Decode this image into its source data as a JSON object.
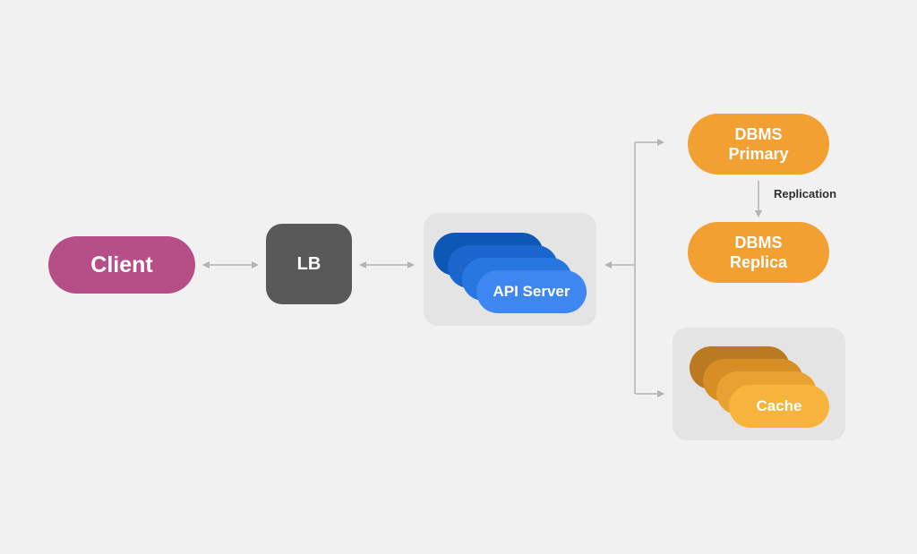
{
  "nodes": {
    "client": "Client",
    "lb": "LB",
    "api_server": "API Server",
    "dbms_primary": [
      "DBMS",
      "Primary"
    ],
    "dbms_replica": [
      "DBMS",
      "Replica"
    ],
    "cache": "Cache"
  },
  "edge_labels": {
    "replication": "Replication"
  },
  "colors": {
    "background": "#f1f1f1",
    "client": "#b64f87",
    "lb": "#595959",
    "api_server": [
      "#0d58b5",
      "#1a66cc",
      "#2877e0",
      "#3f87f0"
    ],
    "dbms": "#f2a031",
    "cache": [
      "#b97a20",
      "#d78f25",
      "#e9a231",
      "#f6b43c"
    ],
    "connector": "#b3b3b3"
  }
}
